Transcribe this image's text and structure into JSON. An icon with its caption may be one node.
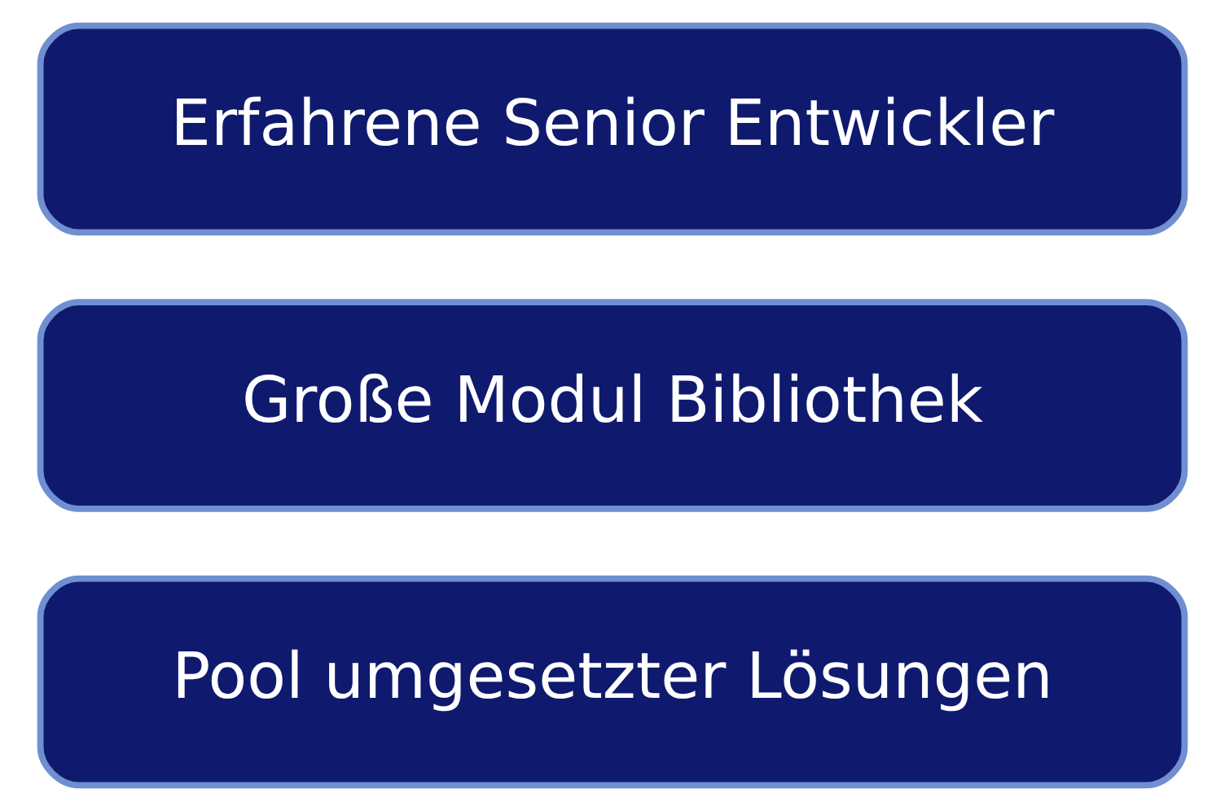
{
  "diagram": {
    "nodes": [
      {
        "text": [
          "Erfahrene Senior Entwickler"
        ]
      },
      {
        "text": [
          "Große Modul Bibliothek"
        ]
      },
      {
        "text": [
          "Pool umgesetzter Lösungen"
        ]
      }
    ]
  }
}
